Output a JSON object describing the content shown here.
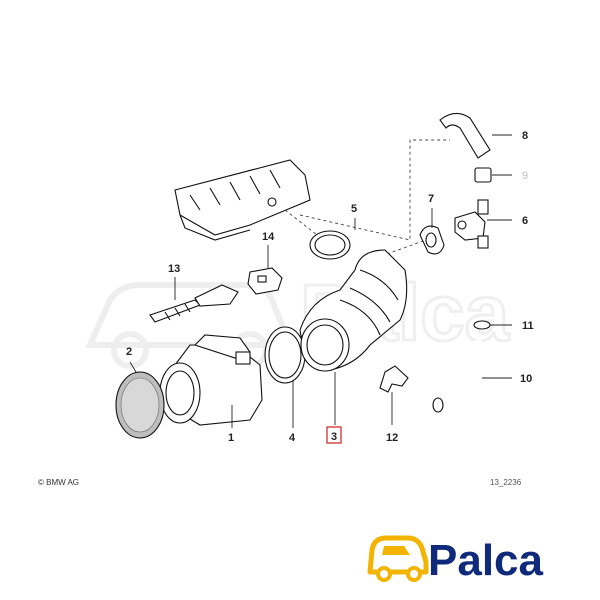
{
  "diagram": {
    "parts": [
      {
        "number": "1"
      },
      {
        "number": "2"
      },
      {
        "number": "3",
        "highlighted": true
      },
      {
        "number": "4"
      },
      {
        "number": "5"
      },
      {
        "number": "6"
      },
      {
        "number": "7"
      },
      {
        "number": "8"
      },
      {
        "number": "9",
        "dimmed": true
      },
      {
        "number": "10"
      },
      {
        "number": "11"
      },
      {
        "number": "12"
      },
      {
        "number": "13"
      },
      {
        "number": "14"
      }
    ],
    "copyright": "© BMW AG",
    "figure_id": "13_2236"
  },
  "brand": {
    "name": "Palca",
    "color": "#0f2a7a",
    "accent_color": "#f2b400"
  },
  "colors": {
    "highlight_box": "#cc2222",
    "watermark": "#d8d8d8"
  }
}
